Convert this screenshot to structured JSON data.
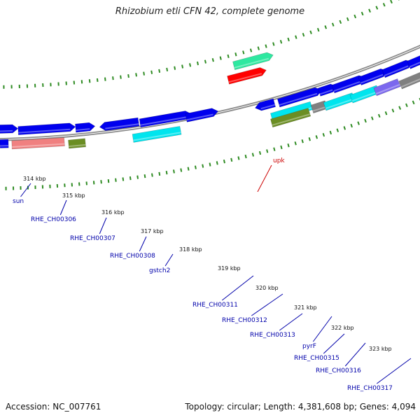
{
  "title": "Rhizobium etli CFN 42, complete genome",
  "footer": {
    "accession": "Accession: NC_007761",
    "summary": "Topology: circular; Length: 4,381,608 bp; Genes: 4,094"
  },
  "colors": {
    "backbone": "#8a8a8a",
    "dots_outer": "#2e8b22",
    "dots_inner": "#2e8b22",
    "label_blue": "#0000aa",
    "label_red": "#cc0000",
    "cds": "#0000ee",
    "rrna": "#f08080",
    "trna": "#6b8e23",
    "misc": "#00e5ee",
    "ncrna": "#2ee8a0",
    "repeat": "#ff0000",
    "pseudo": "#808080",
    "regulatory": "#7b68ee"
  },
  "ticks": [
    "314 kbp",
    "315 kbp",
    "316 kbp",
    "317 kbp",
    "318 kbp",
    "319 kbp",
    "320 kbp",
    "321 kbp",
    "322 kbp",
    "323 kbp"
  ],
  "gene_labels": [
    "sun",
    "RHE_CH00306",
    "RHE_CH00307",
    "RHE_CH00308",
    "gstch2",
    "RHE_CH00311",
    "RHE_CH00312",
    "RHE_CH00313",
    "pyrF",
    "RHE_CH00315",
    "RHE_CH00316",
    "RHE_CH00317"
  ],
  "upper_labels": [
    "upk"
  ]
}
